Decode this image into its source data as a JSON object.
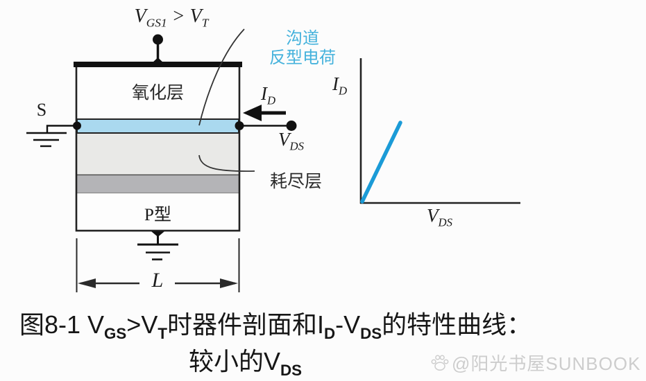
{
  "figure": {
    "device": {
      "gate_condition": {
        "v1": "V",
        "v1_sub": "GS1",
        "op": " > ",
        "v2": "V",
        "v2_sub": "T"
      },
      "oxide_label": "氧化层",
      "channel_annotation": {
        "line1": "沟道",
        "line2": "反型电荷",
        "color": "#45b2dc"
      },
      "source_label": "S",
      "drain_current_label": {
        "sym": "I",
        "sub": "D"
      },
      "drain_voltage_label": {
        "sym": "V",
        "sub": "DS"
      },
      "depletion_label": "耗尽层",
      "substrate_label": "P型",
      "channel_length_label": "L",
      "colors": {
        "gate": "#111111",
        "channel_fill": "#aad9ef",
        "depletion_fill": "#e9e9e7",
        "bulk_charge_fill": "#b4b4b7",
        "outline": "#222222"
      }
    },
    "plot": {
      "y_axis_label": {
        "sym": "I",
        "sub": "D"
      },
      "x_axis_label": {
        "sym": "V",
        "sub": "DS"
      },
      "line_color": "#1b9bd7"
    },
    "caption": {
      "line1": {
        "p1": "图8-1 V",
        "s1": "GS",
        "p2": ">V",
        "s2": "T",
        "p3": "时器件剖面和I",
        "s3": "D",
        "p4": "-V",
        "s4": "DS",
        "p5": "的特性曲线："
      },
      "line2": {
        "p1": "较小的V",
        "s1": "DS"
      }
    },
    "watermark": {
      "text": "@阳光书屋SUNBOOK"
    }
  },
  "chart_data": {
    "type": "line",
    "title": "",
    "xlabel": "V_DS",
    "ylabel": "I_D",
    "x": [
      0,
      0.25
    ],
    "y": [
      0,
      0.55
    ],
    "axis_ticks": "none",
    "legend": false,
    "note": "single straight I-V segment through the origin (linear region, small V_DS); axes have no tick values, x/y given as fractions of axis length"
  }
}
